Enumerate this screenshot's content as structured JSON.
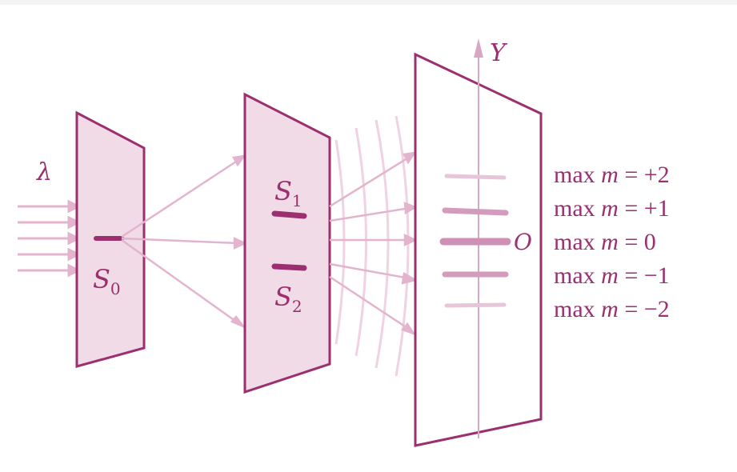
{
  "colors": {
    "accent": "#9b2f6f",
    "plate_fill": "#f1dbe7",
    "ray": "#e3b4cd",
    "fringe": "#d39cbd",
    "background": "#ffffff"
  },
  "labels": {
    "wavelength": "λ",
    "source_slit": "S",
    "source_slit_sub": "0",
    "slit_1": "S",
    "slit_1_sub": "1",
    "slit_2": "S",
    "slit_2_sub": "2",
    "origin": "O",
    "axis_y": "Y"
  },
  "maxima": [
    {
      "prefix": "max ",
      "var": "m",
      "eq": " = +2"
    },
    {
      "prefix": "max ",
      "var": "m",
      "eq": " = +1"
    },
    {
      "prefix": "max ",
      "var": "m",
      "eq": " = 0"
    },
    {
      "prefix": "max ",
      "var": "m",
      "eq": " = −1"
    },
    {
      "prefix": "max ",
      "var": "m",
      "eq": " = −2"
    }
  ]
}
